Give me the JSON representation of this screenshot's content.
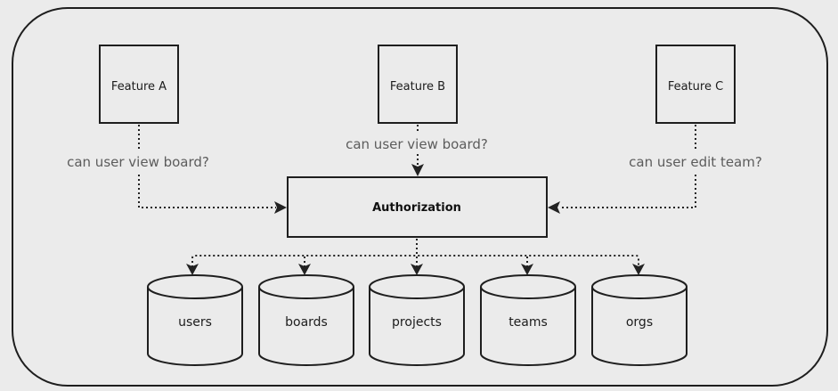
{
  "features": [
    {
      "label": "Feature A",
      "query": "can user view board?"
    },
    {
      "label": "Feature B",
      "query": "can user view board?"
    },
    {
      "label": "Feature C",
      "query": "can user edit team?"
    }
  ],
  "authorization": {
    "label": "Authorization"
  },
  "datastores": [
    {
      "label": "users"
    },
    {
      "label": "boards"
    },
    {
      "label": "projects"
    },
    {
      "label": "teams"
    },
    {
      "label": "orgs"
    }
  ]
}
